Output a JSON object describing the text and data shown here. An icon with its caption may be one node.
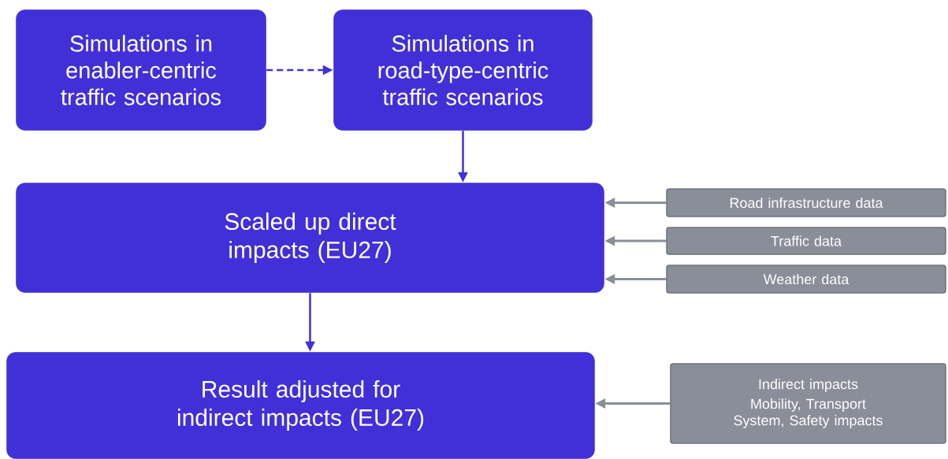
{
  "diagram": {
    "nodes": [
      {
        "text": [
          "Simulations in enabler-centric traffic scenarios"
        ]
      },
      {
        "text": [
          "Simulations in road-type-centric traffic scenarios"
        ]
      },
      {
        "text": [
          "Scaled up direct impacts (EU27)"
        ]
      },
      {
        "text": [
          "Road infrastructure data"
        ]
      },
      {
        "text": [
          "Traffic data"
        ]
      },
      {
        "text": [
          "Weather data"
        ]
      },
      {
        "text": [
          "Result adjusted for indirect impacts (EU27)"
        ]
      },
      {
        "text": [
          "Indirect impacts",
          "Mobility, Transport System, Safety impacts"
        ]
      }
    ],
    "edges": [
      {
        "from": 0,
        "to": 1,
        "arrow": "to",
        "style": "dashed",
        "color": "#4130d8"
      },
      {
        "from": 1,
        "to": 2,
        "arrow": "to",
        "color": "#4130d8"
      },
      {
        "from": 3,
        "to": 2,
        "arrow": "to",
        "color": "#8a8e98"
      },
      {
        "from": 4,
        "to": 2,
        "arrow": "to",
        "color": "#8a8e98"
      },
      {
        "from": 5,
        "to": 2,
        "arrow": "to",
        "color": "#8a8e98"
      },
      {
        "from": 2,
        "to": 6,
        "arrow": "to",
        "color": "#4130d8"
      },
      {
        "from": 7,
        "to": 6,
        "arrow": "to",
        "color": "#8a8e98"
      }
    ]
  }
}
